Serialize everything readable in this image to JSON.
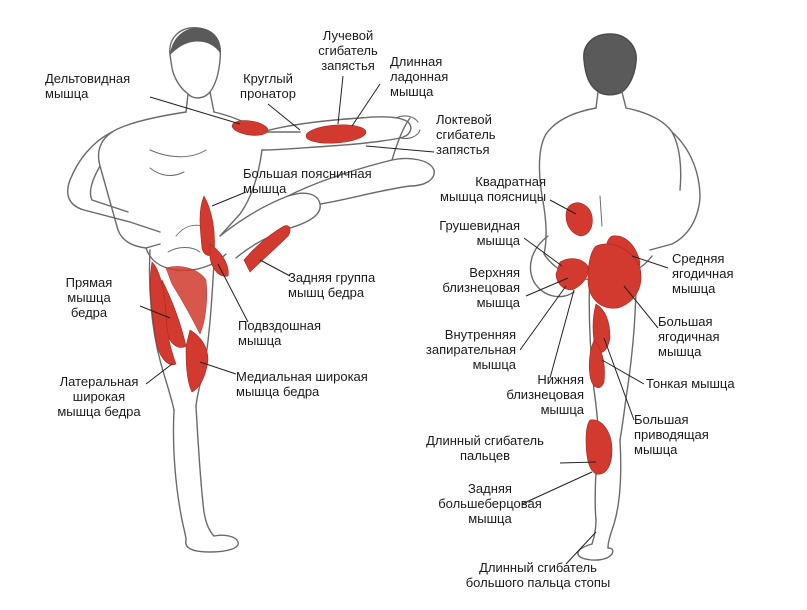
{
  "colors": {
    "muscle": "#d23a2f",
    "muscle_dark": "#b02a22",
    "outline": "#6a6a6a",
    "leader": "#222222",
    "text": "#1a1a1a"
  },
  "labels": {
    "deltoid": "Дельтовидная\nмышца",
    "pronator_teres": "Круглый\nпронатор",
    "flexor_carpi_radialis": "Лучевой\nсгибатель\nзапястья",
    "palmaris_longus": "Длинная\nладонная\nмышца",
    "flexor_carpi_ulnaris": "Локтевой\nсгибатель\nзапястья",
    "psoas_major": "Большая поясничная\nмышца",
    "rectus_femoris": "Прямая\nмышца\nбедра",
    "hamstrings": "Задняя группа\nмышц бедра",
    "iliacus": "Подвздошная\nмышца",
    "vastus_lateralis": "Латеральная\nширокая\nмышца бедра",
    "vastus_medialis": "Медиальная широкая\nмышца бедра",
    "quadratus_lumborum": "Квадратная\nмышца поясницы",
    "piriformis": "Грушевидная\nмышца",
    "gemellus_superior": "Верхняя\nблизнецовая\nмышца",
    "obturator_internus": "Внутренняя\nзапирательная\nмышца",
    "gemellus_inferior": "Нижняя\nблизнецовая\nмышца",
    "gluteus_medius": "Средняя\nягодичная\nмышца",
    "gluteus_maximus": "Большая\nягодичная\nмышца",
    "gracilis": "Тонкая мышца",
    "adductor_magnus": "Большая\nприводящая\nмышца",
    "flexor_digitorum_longus": "Длинный сгибатель\nпальцев",
    "tibialis_posterior": "Задняя\nбольшеберцовая\nмышца",
    "flexor_hallucis_longus": "Длинный сгибатель\nбольшого пальца стопы"
  }
}
